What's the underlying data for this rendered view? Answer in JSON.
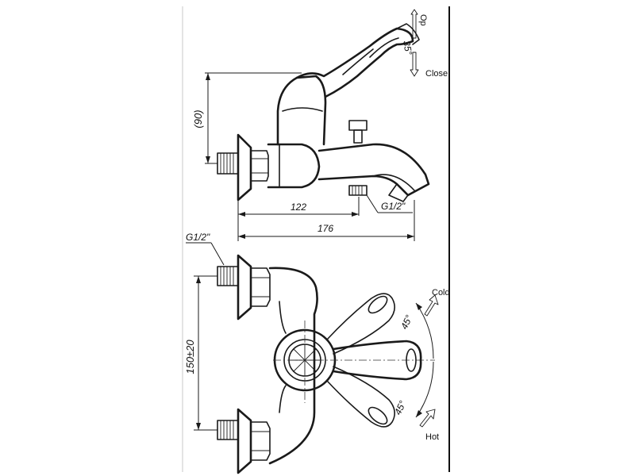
{
  "labels": {
    "open": "Op",
    "close": "Close",
    "cold": "Cold",
    "hot": "Hot",
    "angle_top": "35°",
    "angle_cold": "45°",
    "angle_hot": "45°",
    "dim_height": "(90)",
    "dim_122": "122",
    "dim_176": "176",
    "thread_spout": "G1/2\"",
    "thread_inlet": "G1/2\"",
    "dim_spacing": "150±20"
  },
  "colors": {
    "line": "#1a1a1a",
    "background": "#ffffff"
  }
}
